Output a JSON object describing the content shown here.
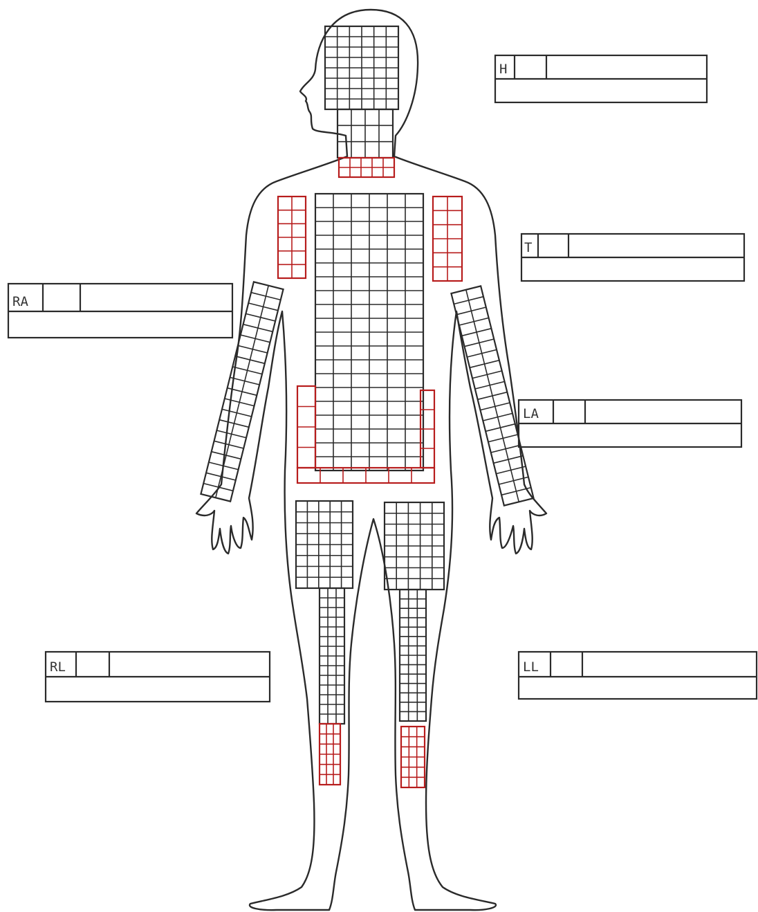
{
  "boxes": [
    {
      "id": "H",
      "label": "H"
    },
    {
      "id": "T",
      "label": "T"
    },
    {
      "id": "RA",
      "label": "RA"
    },
    {
      "id": "LA",
      "label": "LA"
    },
    {
      "id": "RL",
      "label": "RL"
    },
    {
      "id": "LL",
      "label": "LL"
    }
  ],
  "colors": {
    "ink": "#2a2a2a",
    "red": "#b71c1c",
    "paper": "#ffffff"
  },
  "grids": [
    {
      "region": "head",
      "cols": 6,
      "rows": 8,
      "color": "ink"
    },
    {
      "region": "chin",
      "cols": 4,
      "rows": 3,
      "color": "ink"
    },
    {
      "region": "neck",
      "cols": 5,
      "rows": 2,
      "color": "red"
    },
    {
      "region": "right-shoulder",
      "cols": 2,
      "rows": 6,
      "color": "red"
    },
    {
      "region": "left-shoulder",
      "cols": 2,
      "rows": 6,
      "color": "red"
    },
    {
      "region": "trunk",
      "cols": 6,
      "rows": 20,
      "color": "ink"
    },
    {
      "region": "genital-band",
      "cols": 6,
      "rows": 1,
      "color": "red"
    },
    {
      "region": "right-buttock",
      "cols": 1,
      "rows": 4,
      "color": "red"
    },
    {
      "region": "left-buttock",
      "cols": 1,
      "rows": 4,
      "color": "red"
    },
    {
      "region": "right-upper-leg",
      "cols": 5,
      "rows": 8,
      "color": "ink"
    },
    {
      "region": "left-upper-leg",
      "cols": 5,
      "rows": 8,
      "color": "ink"
    },
    {
      "region": "right-lower-leg",
      "cols": 3,
      "rows": 14,
      "color": "ink"
    },
    {
      "region": "left-lower-leg",
      "cols": 3,
      "rows": 14,
      "color": "ink"
    },
    {
      "region": "right-foot",
      "cols": 3,
      "rows": 6,
      "color": "red"
    },
    {
      "region": "left-foot",
      "cols": 3,
      "rows": 6,
      "color": "red"
    },
    {
      "region": "right-arm",
      "cols": 2,
      "rows": 20,
      "color": "ink"
    },
    {
      "region": "left-arm",
      "cols": 2,
      "rows": 20,
      "color": "ink"
    }
  ]
}
